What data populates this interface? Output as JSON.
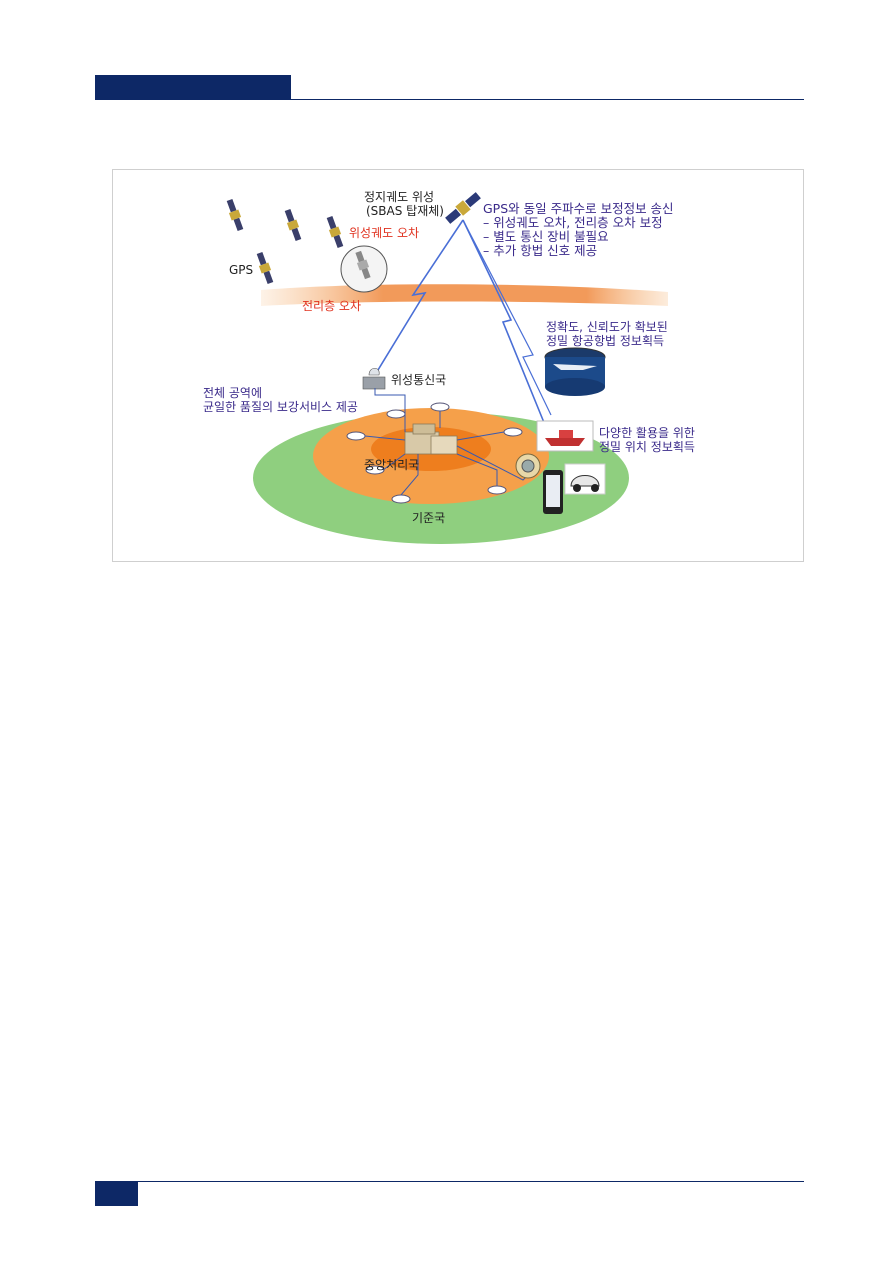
{
  "header": {
    "bar_color": "#0d2866"
  },
  "footer": {
    "bar_color": "#0d2866"
  },
  "figure": {
    "geo_satellite_label": [
      "정지궤도 위성",
      "(SBAS 탑재체)"
    ],
    "broadcast_info": [
      "GPS와 동일 주파수로 보정정보 송신",
      "– 위성궤도 오차, 전리층 오차 보정",
      "– 별도 통신 장비 불필요",
      "– 추가 항법 신호 제공"
    ],
    "gps_label": "GPS",
    "orbit_error_label": "위성궤도 오차",
    "ionosphere_error_label": "전리층  오차",
    "aviation_label": [
      "정확도, 신뢰도가 확보된",
      "정밀 항공항법 정보획득"
    ],
    "uplink_station_label": "위성통신국",
    "coverage_label": [
      "전체 공역에",
      "균일한 품질의 보강서비스 제공"
    ],
    "central_station_label": "중앙처리국",
    "applications_label": [
      "다양한 활용을 위한",
      "정밀 위치 정보획득"
    ],
    "reference_station_label": "기준국",
    "colors": {
      "purple_text": "#3a2a8a",
      "red_text": "#e0321f",
      "outer_zone": "#8fcf7f",
      "inner_zone": "#f5a04a",
      "core_zone": "#ee7e1e",
      "ionosphere": "#f29a5a"
    }
  }
}
